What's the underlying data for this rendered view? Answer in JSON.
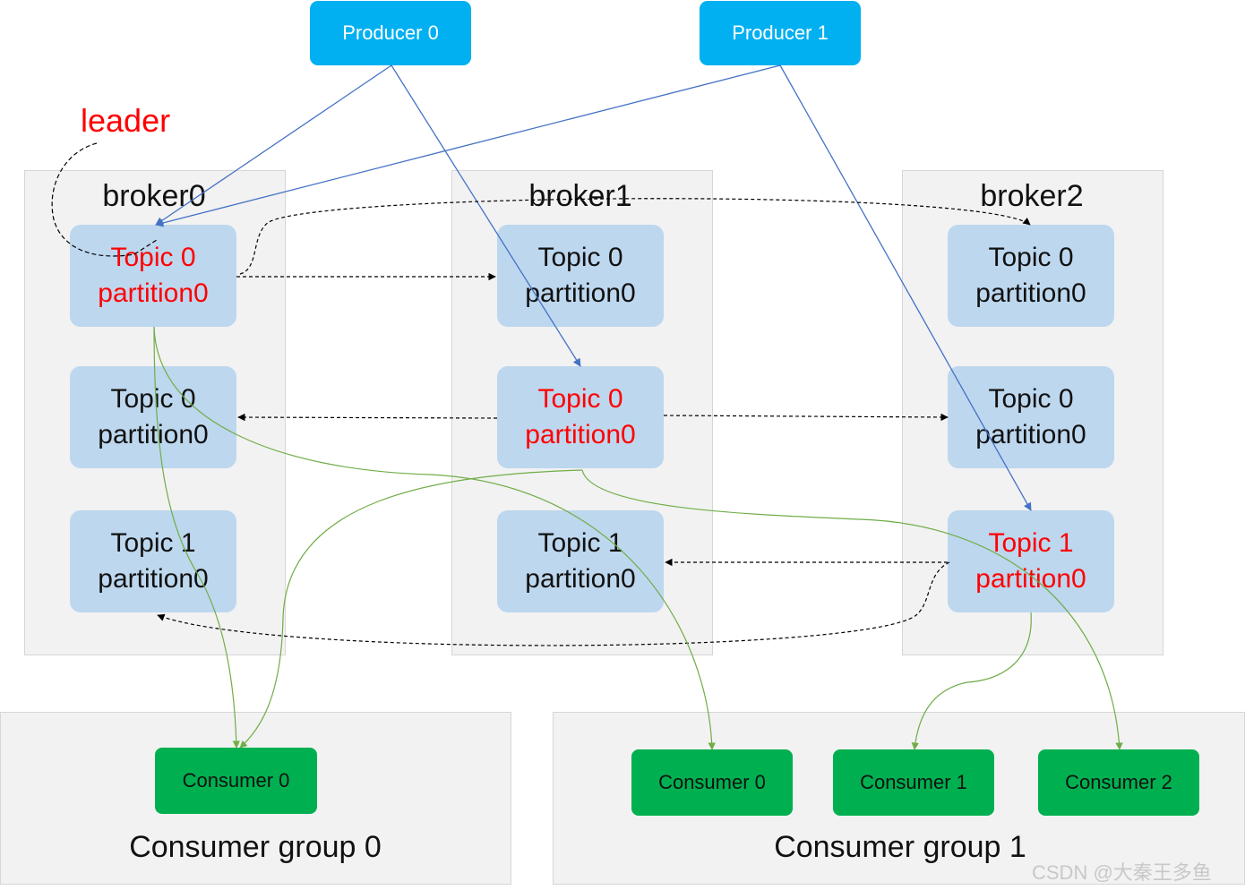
{
  "producers": [
    {
      "label": "Producer 0"
    },
    {
      "label": "Producer 1"
    }
  ],
  "leader_label": "leader",
  "brokers": [
    {
      "title": "broker0",
      "partitions": [
        {
          "topic": "Topic 0",
          "partition": "partition0",
          "leader": true
        },
        {
          "topic": "Topic 0",
          "partition": "partition0",
          "leader": false
        },
        {
          "topic": "Topic 1",
          "partition": "partition0",
          "leader": false
        }
      ]
    },
    {
      "title": "broker1",
      "partitions": [
        {
          "topic": "Topic 0",
          "partition": "partition0",
          "leader": false
        },
        {
          "topic": "Topic 0",
          "partition": "partition0",
          "leader": true
        },
        {
          "topic": "Topic 1",
          "partition": "partition0",
          "leader": false
        }
      ]
    },
    {
      "title": "broker2",
      "partitions": [
        {
          "topic": "Topic 0",
          "partition": "partition0",
          "leader": false
        },
        {
          "topic": "Topic 0",
          "partition": "partition0",
          "leader": false
        },
        {
          "topic": "Topic 1",
          "partition": "partition0",
          "leader": true
        }
      ]
    }
  ],
  "consumer_groups": [
    {
      "title": "Consumer group 0",
      "consumers": [
        "Consumer 0"
      ]
    },
    {
      "title": "Consumer group 1",
      "consumers": [
        "Consumer 0",
        "Consumer 1",
        "Consumer 2"
      ]
    }
  ],
  "watermark": "CSDN @大秦王多鱼",
  "colors": {
    "producer": "#00b0f0",
    "partition": "#bdd7ee",
    "consumer": "#00b050",
    "leader_text": "#ff0000",
    "produce_arrow": "#4472c4",
    "consume_arrow": "#70ad47",
    "replicate_arrow": "#000000"
  }
}
